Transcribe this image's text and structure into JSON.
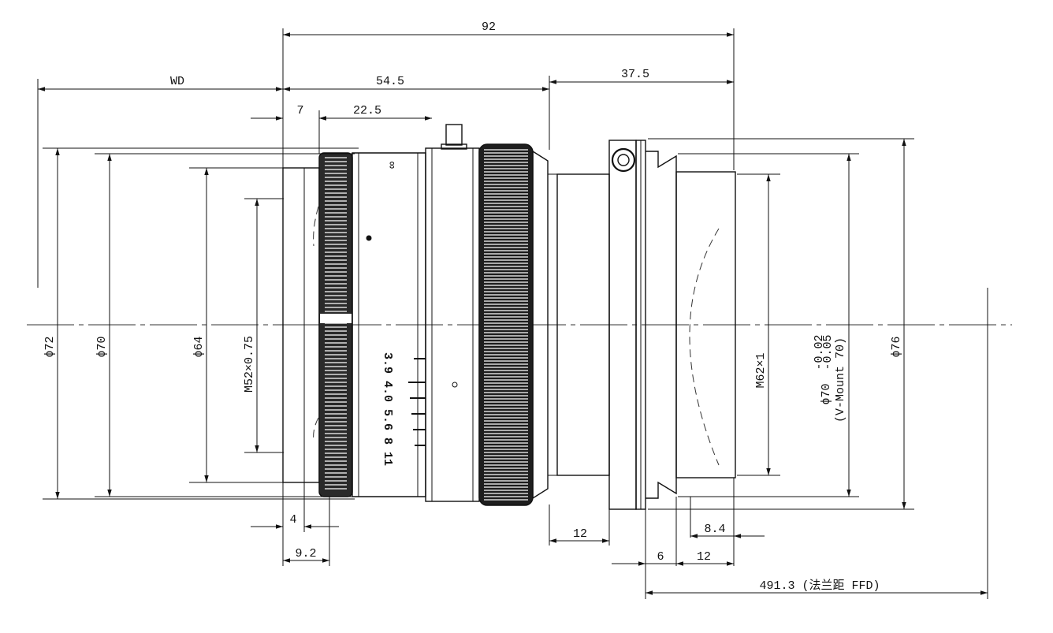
{
  "dimensions": {
    "overall_length": "92",
    "working_distance": "WD",
    "front_length": "54.5",
    "rear_length": "37.5",
    "front_ring": "7",
    "focus_section": "22.5",
    "front_offset_a": "4",
    "front_offset_b": "9.2",
    "rear_barrel": "12",
    "mount_a": "6",
    "mount_b": "12",
    "mount_c": "8.4",
    "flange_distance": "491.3 (法兰距 FFD)",
    "dia_72": "ϕ72",
    "dia_70": "ϕ70",
    "dia_64": "ϕ64",
    "front_thread": "M52×0.75",
    "rear_thread": "M62×1",
    "mount_dia": "ϕ70",
    "mount_tol_upper": "-0.02",
    "mount_tol_lower": "-0.05",
    "mount_name": "(V-Mount 70)",
    "dia_76": "ϕ76"
  },
  "lens_markings": {
    "aperture_scale": "3.9  4.0 5.6 8 11",
    "focus_symbol": "∞"
  }
}
